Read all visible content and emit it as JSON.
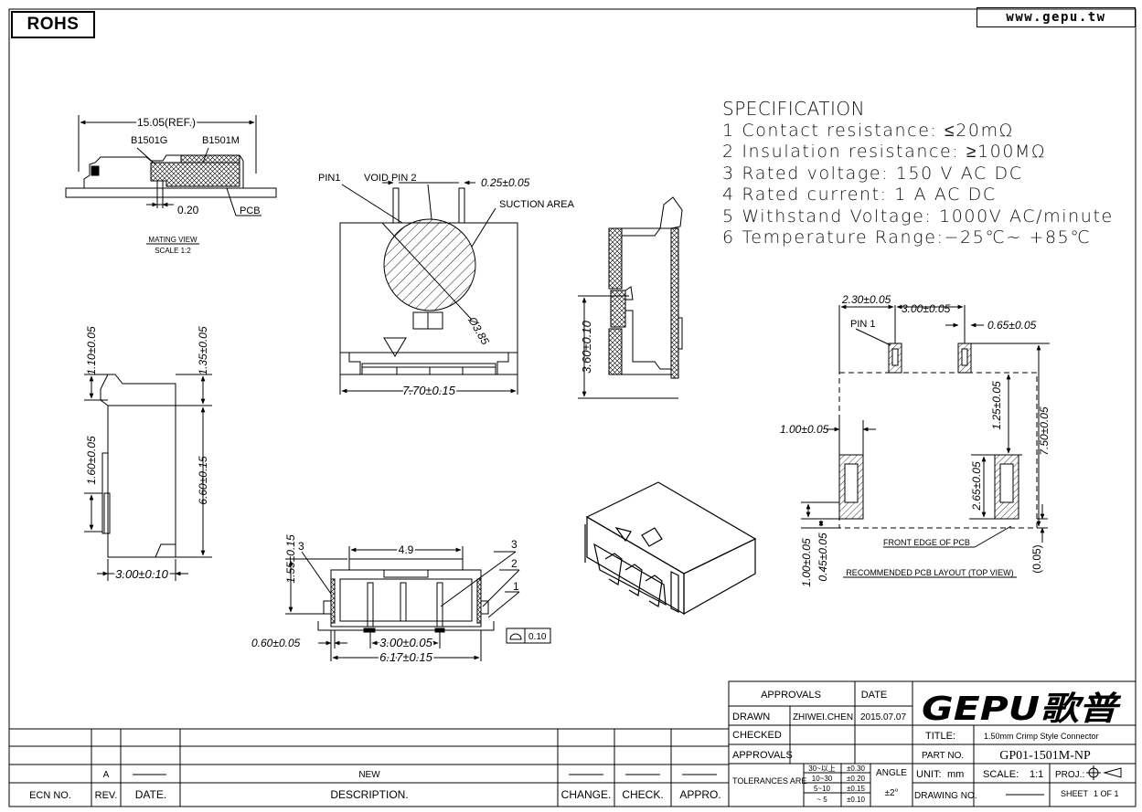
{
  "header": {
    "rohs": "ROHS",
    "website": "www.gepu.tw"
  },
  "specification": {
    "heading": "SPECIFICATION",
    "items": [
      "1 Contact resistance: ≤20mΩ",
      "2 Insulation resistance: ≥100MΩ",
      "3 Rated voltage: 150 V AC DC",
      "4 Rated current: 1 A AC DC",
      "5 Withstand Voltage: 1000V AC/minute",
      "6 Temperature Range:−25℃~ +85℃"
    ]
  },
  "mating_view": {
    "ref_dim": "15.05(REF.)",
    "part_g": "B1501G",
    "part_m": "B1501M",
    "dim_020": "0.20",
    "pcb": "PCB",
    "title": "MATING VIEW",
    "scale": "SCALE 1:2"
  },
  "front_view": {
    "pin1": "PIN1",
    "void_pin": "VOID PIN 2",
    "pin_w": "0.25±0.05",
    "suction": "SUCTION AREA",
    "dia": "Ø3.85",
    "width": "7.70±0.15"
  },
  "section_view": {
    "height": "3.60±0.10"
  },
  "side_view": {
    "d110": "1.10±0.05",
    "d135": "1.35±0.05",
    "d160": "1.60±0.05",
    "d660": "6.60±0.15",
    "d300": "3.00±0.10"
  },
  "bottom_view": {
    "d155": "1.55±0.15",
    "d49": "4.9",
    "c3a": "3",
    "c3b": "3",
    "c2": "2",
    "c1": "1",
    "d060": "0.60±0.05",
    "d300": "3.00±0.05",
    "d617": "6.17±0.15",
    "flat": "0.10"
  },
  "pcb_layout": {
    "d230": "2.30±0.05",
    "d300": "3.00±0.05",
    "pin1": "PIN 1",
    "d065": "0.65±0.05",
    "d100": "1.00±0.05",
    "d125": "1.25±0.05",
    "d750": "7.50±0.05",
    "d265": "2.65±0.05",
    "d100v": "1.00±0.05",
    "d045": "0.45±0.05",
    "d005": "(0.05)",
    "front_edge": "FRONT EDGE OF PCB",
    "title": "RECOMMENDED PCB LAYOUT (TOP VIEW)"
  },
  "title_block": {
    "approvals_head": "APPROVALS",
    "date_head": "DATE",
    "drawn_label": "DRAWN",
    "drawn_by": "ZHIWEI.CHEN",
    "drawn_date": "2015.07.07",
    "checked_label": "CHECKED",
    "approvals_label": "APPROVALS",
    "logo": "GEPU歌普",
    "title_label": "TITLE:",
    "title_value": "1.50mm Crimp Style Connector",
    "part_label": "PART NO.",
    "part_value": "GP01-1501M-NP",
    "tolerances_label": "TOLERANCES ARE",
    "tol_ranges": [
      "30~以上",
      "10~30",
      "5~10",
      "~ 5"
    ],
    "tol_values": [
      "±0.30",
      "±0.20",
      "±0.15",
      "±0.10"
    ],
    "angle_label": "ANGLE",
    "angle_value": "±2°",
    "unit_label": "UNIT:",
    "unit_value": "mm",
    "scale_label": "SCALE:",
    "scale_value": "1:1",
    "proj_label": "PROJ.:",
    "drawing_label": "DRAWING NO.",
    "sheet_label": "SHEET",
    "sheet_value": "1 OF 1"
  },
  "revision": {
    "rev_value": "A",
    "desc_value": "NEW",
    "headers": {
      "ecn": "ECN NO.",
      "rev": "REV.",
      "date": "DATE.",
      "desc": "DESCRIPTION.",
      "change": "CHANGE.",
      "check": "CHECK.",
      "appro": "APPRO."
    }
  }
}
